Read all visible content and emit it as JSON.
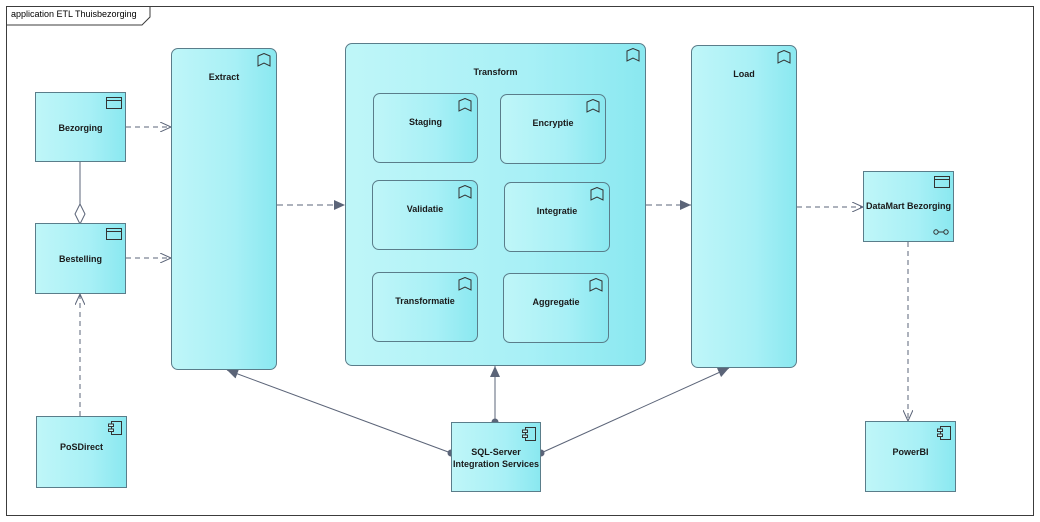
{
  "diagram": {
    "title": "application ETL Thuisbezorging",
    "stages": {
      "extract": "Extract",
      "transform": "Transform",
      "load": "Load"
    },
    "transform_steps": [
      "Staging",
      "Encryptie",
      "Validatie",
      "Integratie",
      "Transformatie",
      "Aggregatie"
    ],
    "data_objects": {
      "bezorging": "Bezorging",
      "bestelling": "Bestelling",
      "datamart": "DataMart Bezorging"
    },
    "components": {
      "posdirect": "PoSDirect",
      "ssis_line1": "SQL-Server",
      "ssis_line2": "Integration Services",
      "powerbi": "PowerBI"
    },
    "colors": {
      "node_fill": "#a8f0f6",
      "node_border": "#5a7d8a",
      "connector": "#5b6478"
    }
  }
}
